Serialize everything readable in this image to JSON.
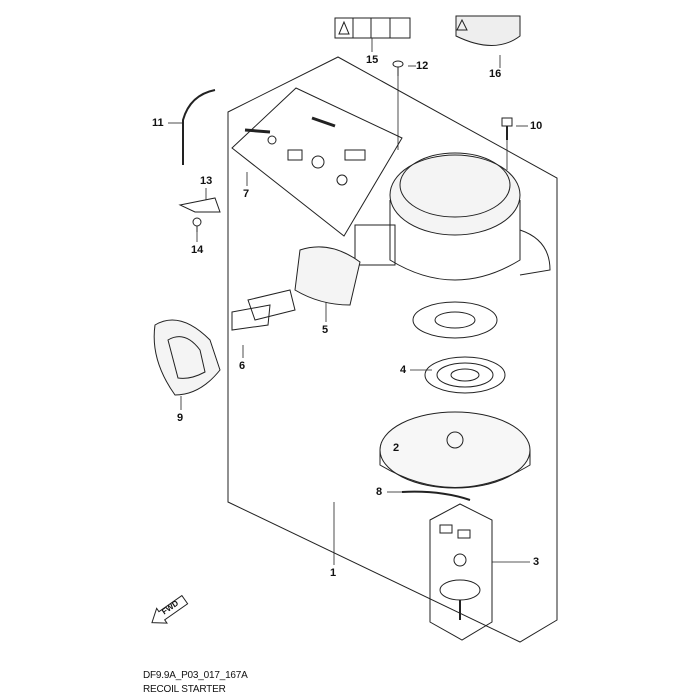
{
  "diagram": {
    "code": "DF9.9A_P03_017_167A",
    "title": "RECOIL STARTER",
    "direction_marker": "FWD",
    "callouts": [
      "1",
      "2",
      "3",
      "4",
      "5",
      "6",
      "7",
      "8",
      "9",
      "10",
      "11",
      "12",
      "13",
      "14",
      "15",
      "16"
    ]
  }
}
